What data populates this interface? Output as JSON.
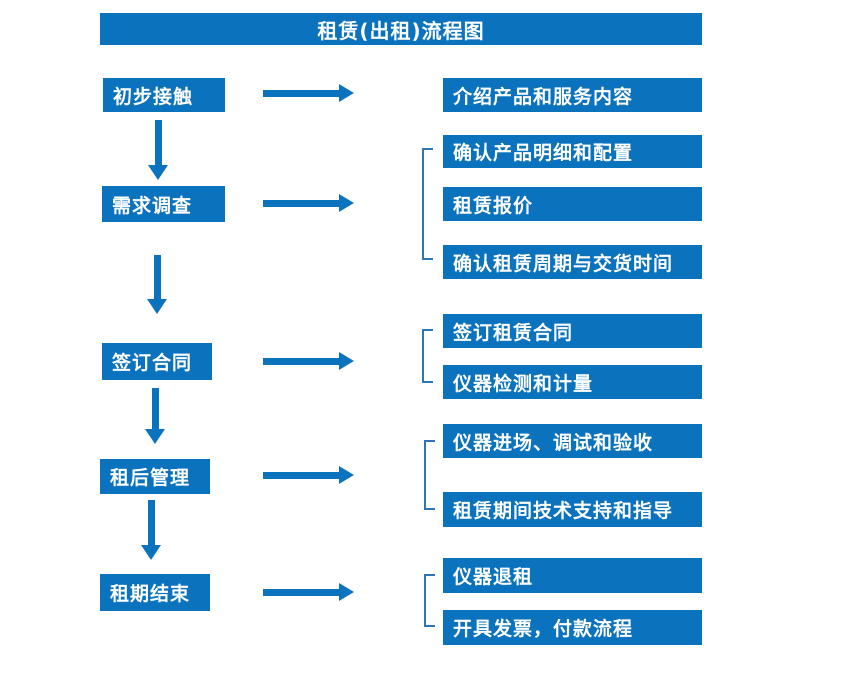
{
  "title": "租赁(出租)流程图",
  "colors": {
    "box_blue": "#0b72bd",
    "arrow_blue": "#0b72bd",
    "bracket_blue": "#2e75b6",
    "text_white": "#ffffff",
    "background": "#ffffff"
  },
  "stages": [
    {
      "label": "初步接触"
    },
    {
      "label": "需求调查"
    },
    {
      "label": "签订合同"
    },
    {
      "label": "租后管理"
    },
    {
      "label": "租期结束"
    }
  ],
  "details": [
    {
      "label": "介绍产品和服务内容"
    },
    {
      "label": "确认产品明细和配置"
    },
    {
      "label": "租赁报价"
    },
    {
      "label": "确认租赁周期与交货时间"
    },
    {
      "label": "签订租赁合同"
    },
    {
      "label": "仪器检测和计量"
    },
    {
      "label": "仪器进场、调试和验收"
    },
    {
      "label": "租赁期间技术支持和指导"
    },
    {
      "label": "仪器退租"
    },
    {
      "label": "开具发票，付款流程"
    }
  ]
}
